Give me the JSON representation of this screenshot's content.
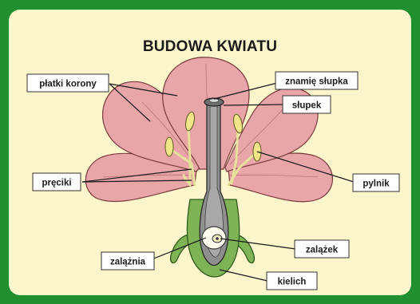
{
  "title": "BUDOWA KWIATU",
  "colors": {
    "frame_green": "#1f8f2f",
    "panel_cream": "#fdf6cc",
    "petal_pink": "#e8a6a8",
    "sepal_green": "#7eb356",
    "pistil_gray": "#8f8f8f",
    "anther_yellow": "#f1e58a"
  },
  "labels": {
    "petals": "płatki korony",
    "stigma": "znamię słupka",
    "pistil": "słupek",
    "stamens": "pręciki",
    "anther": "pylnik",
    "ovule": "zalążek",
    "ovary": "zalążnia",
    "calyx": "kielich"
  }
}
